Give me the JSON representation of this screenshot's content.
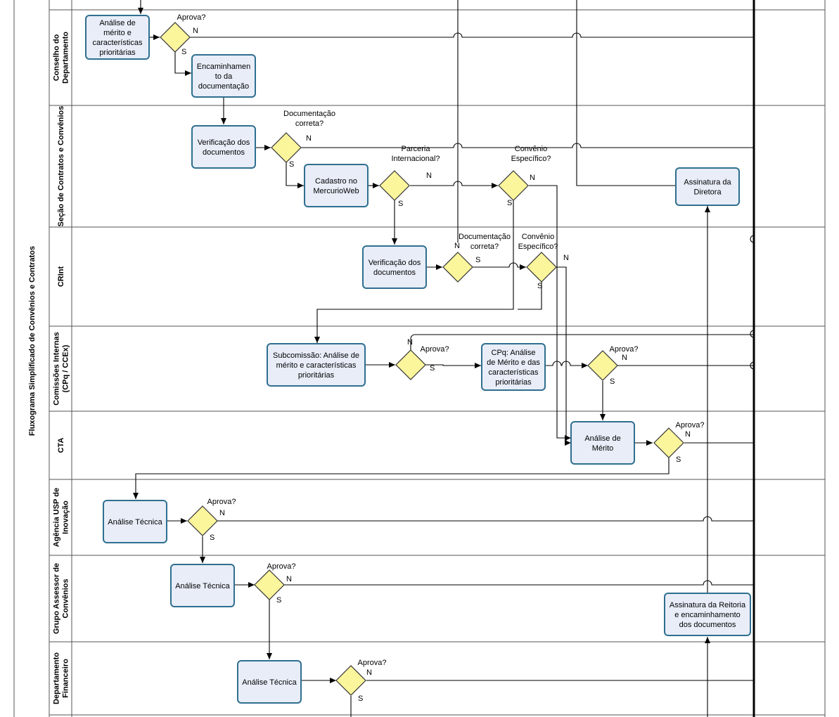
{
  "pool_title": "Fluxograma Simplificado de Convênios e Contratos",
  "lanes": [
    {
      "id": "conselho",
      "name_lines": [
        "Conselho do",
        "Departamento"
      ]
    },
    {
      "id": "secao",
      "name_lines": [
        "Seção de Contratos e Convênios"
      ]
    },
    {
      "id": "crint",
      "name_lines": [
        "CRInt"
      ]
    },
    {
      "id": "comissoes",
      "name_lines": [
        "Comissões Internas",
        "(CPq / CCEx)"
      ]
    },
    {
      "id": "cta",
      "name_lines": [
        "CTA"
      ]
    },
    {
      "id": "agencia",
      "name_lines": [
        "Agência USP de",
        "Inovação"
      ]
    },
    {
      "id": "grupo",
      "name_lines": [
        "Grupo Assessor de",
        "Convênios"
      ]
    },
    {
      "id": "depfin",
      "name_lines": [
        "Departamento",
        "Financeiro"
      ]
    }
  ],
  "tasks": [
    {
      "id": "t-analise-merito-conselho",
      "lines": [
        "Análise de",
        "mérito e",
        "características",
        "prioritárias"
      ]
    },
    {
      "id": "t-encaminhamento",
      "lines": [
        "Encaminhamen",
        "to da",
        "documentação"
      ]
    },
    {
      "id": "t-verificacao-secao",
      "lines": [
        "Verificação dos",
        "documentos"
      ]
    },
    {
      "id": "t-cadastro",
      "lines": [
        "Cadastro no",
        "MercurioWeb"
      ]
    },
    {
      "id": "t-assinatura-diretora",
      "lines": [
        "Assinatura da",
        "Diretora"
      ]
    },
    {
      "id": "t-verificacao-crint",
      "lines": [
        "Verificação dos",
        "documentos"
      ]
    },
    {
      "id": "t-subcomissao",
      "lines": [
        "Subcomissão: Análise de",
        "mérito e características",
        "prioritárias"
      ]
    },
    {
      "id": "t-cpq",
      "lines": [
        "CPq:  Análise",
        "de Mérito e das",
        "características",
        "prioritárias"
      ]
    },
    {
      "id": "t-analise-merito-cta",
      "lines": [
        "Análise de",
        "Mérito"
      ]
    },
    {
      "id": "t-tecnica-agencia",
      "lines": [
        "Análise Técnica"
      ]
    },
    {
      "id": "t-tecnica-grupo",
      "lines": [
        "Análise Técnica"
      ]
    },
    {
      "id": "t-assinatura-reitoria",
      "lines": [
        "Assinatura da Reitoria",
        "e encaminhamento",
        "dos documentos"
      ]
    },
    {
      "id": "t-tecnica-depfin",
      "lines": [
        "Análise Técnica"
      ]
    }
  ],
  "gateways": [
    {
      "id": "g-aprova-conselho",
      "lines": [
        "Aprova?"
      ],
      "yes": "S",
      "no": "N"
    },
    {
      "id": "g-doc-correta-secao",
      "lines": [
        "Documentação",
        "correta?"
      ],
      "yes": "S",
      "no": "N"
    },
    {
      "id": "g-parceria",
      "lines": [
        "Parceria",
        "Internacional?"
      ],
      "yes": "S",
      "no": "N"
    },
    {
      "id": "g-convenio-secao",
      "lines": [
        "Convênio",
        "Específico?"
      ],
      "yes": "S",
      "no": "N"
    },
    {
      "id": "g-doc-correta-crint",
      "lines": [
        "Documentação",
        "correta?"
      ],
      "yes": "S",
      "no": "N"
    },
    {
      "id": "g-convenio-crint",
      "lines": [
        "Convênio",
        "Específico?"
      ],
      "yes": "S",
      "no": "N"
    },
    {
      "id": "g-aprova-subcomissao",
      "lines": [
        "Aprova?"
      ],
      "yes": "S",
      "no": "N"
    },
    {
      "id": "g-aprova-cpq",
      "lines": [
        "Aprova?"
      ],
      "yes": "S",
      "no": "N"
    },
    {
      "id": "g-aprova-cta",
      "lines": [
        "Aprova?"
      ],
      "yes": "S",
      "no": "N"
    },
    {
      "id": "g-aprova-agencia",
      "lines": [
        "Aprova?"
      ],
      "yes": "S",
      "no": "N"
    },
    {
      "id": "g-aprova-grupo",
      "lines": [
        "Aprova?"
      ],
      "yes": "S",
      "no": "N"
    },
    {
      "id": "g-aprova-depfin",
      "lines": [
        "Aprova?"
      ],
      "yes": "S",
      "no": "N"
    }
  ]
}
